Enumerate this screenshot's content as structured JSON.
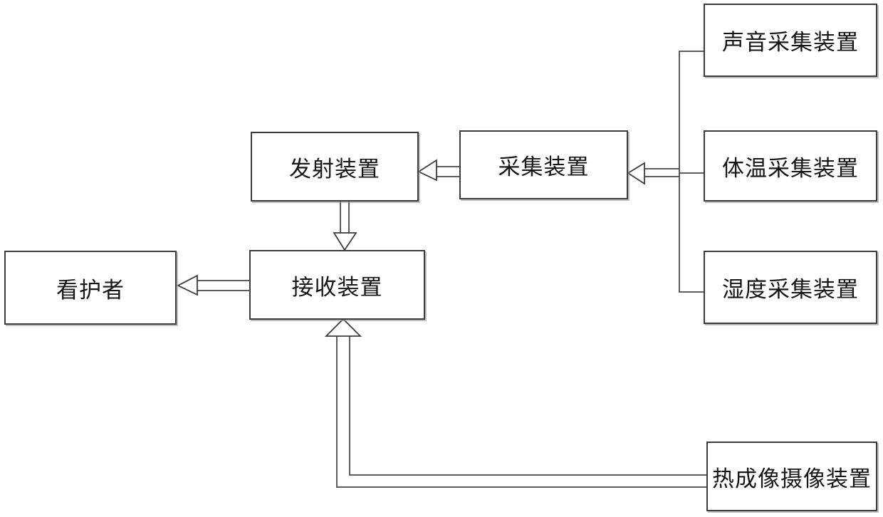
{
  "diagram": {
    "type": "flowchart",
    "background_color": "#ffffff",
    "line_color": "#4a4a4a",
    "box_border_color": "#3c3c3c",
    "text_color": "#161616",
    "nodes": [
      {
        "id": "sound",
        "label": "声音采集装置"
      },
      {
        "id": "temperature",
        "label": "体温采集装置"
      },
      {
        "id": "humidity",
        "label": "湿度采集装置"
      },
      {
        "id": "collector",
        "label": "采集装置"
      },
      {
        "id": "transmitter",
        "label": "发射装置"
      },
      {
        "id": "receiver",
        "label": "接收装置"
      },
      {
        "id": "caregiver",
        "label": "看护者"
      },
      {
        "id": "thermal",
        "label": "热成像摄像装置"
      }
    ],
    "edges": [
      {
        "from": "sound",
        "to": "collector",
        "style": "plain-bus-line"
      },
      {
        "from": "temperature",
        "to": "collector",
        "style": "plain-bus-line"
      },
      {
        "from": "humidity",
        "to": "collector",
        "style": "plain-bus-line"
      },
      {
        "from": "collector",
        "to": "transmitter",
        "style": "hollow-arrow",
        "direction": "left"
      },
      {
        "from": "transmitter",
        "to": "receiver",
        "style": "hollow-arrow",
        "direction": "down"
      },
      {
        "from": "receiver",
        "to": "caregiver",
        "style": "hollow-arrow",
        "direction": "left"
      },
      {
        "from": "thermal",
        "to": "receiver",
        "style": "hollow-arrow",
        "direction": "left-then-up"
      }
    ]
  }
}
